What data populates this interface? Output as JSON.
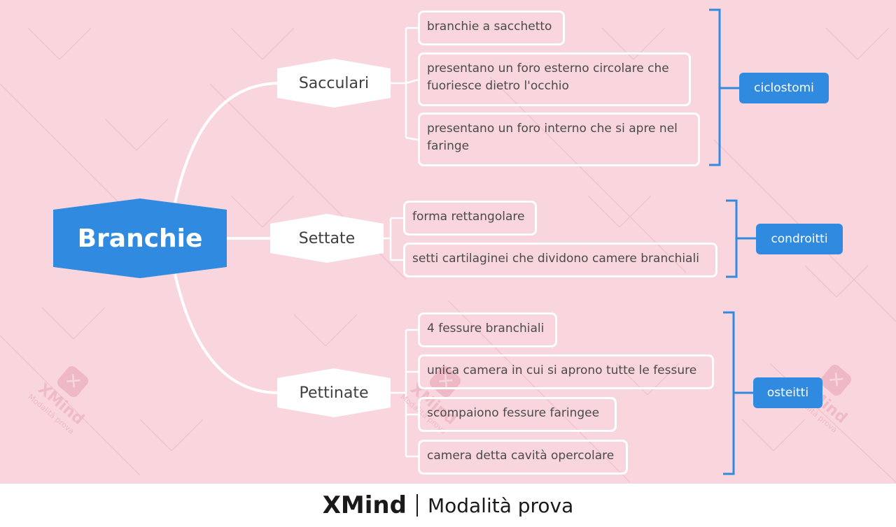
{
  "map": {
    "root": "Branchie",
    "branches": [
      {
        "label": "Sacculari",
        "leaves": [
          "branchie a sacchetto",
          "presentano un foro esterno circolare che\nfuoriesce dietro l'occhio",
          "presentano un foro interno che si apre nel\nfaringe"
        ],
        "group": "ciclostomi"
      },
      {
        "label": "Settate",
        "leaves": [
          "forma rettangolare",
          "setti cartilaginei che dividono camere branchiali"
        ],
        "group": "condroitti"
      },
      {
        "label": "Pettinate",
        "leaves": [
          "4 fessure branchiali",
          "unica camera in cui si aprono tutte le fessure",
          "scompaiono fessure faringee",
          "camera detta cavità opercolare"
        ],
        "group": "osteitti"
      }
    ]
  },
  "watermark": {
    "brand": "XMind",
    "subtitle": "Modalità prova",
    "icon": "xmind-logo-icon"
  },
  "footer": {
    "brand": "XMind",
    "mode": "Modalità prova"
  },
  "colors": {
    "canvas": "#f9d6de",
    "accent": "#2f8ae0",
    "node": "#ffffff"
  }
}
